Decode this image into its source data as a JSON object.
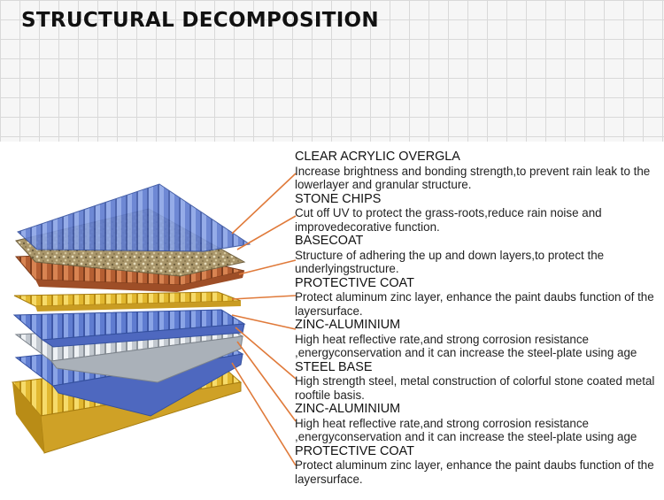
{
  "title": "STRUCTURAL DECOMPOSITION",
  "layers": [
    {
      "name": "CLEAR ACRYLIC OVERGLA",
      "desc": "Increase brightness and bonding strength,to prevent rain leak to the lowerlayer and granular structure."
    },
    {
      "name": "STONE CHIPS",
      "desc": "Cut off UV to protect the grass-roots,reduce rain noise and improvedecorative function."
    },
    {
      "name": "BASECOAT",
      "desc": "Structure of adhering the up and down layers,to protect the underlyingstructure."
    },
    {
      "name": "PROTECTIVE COAT",
      "desc": "Protect aluminum zinc layer, enhance the paint daubs function of the layersurface."
    },
    {
      "name": "ZINC-ALUMINIUM",
      "desc": "High heat reflective rate,and strong corrosion resistance ,energyconservation and it can increase the steel-plate using age"
    },
    {
      "name": "STEEL BASE",
      "desc": "High strength steel, metal construction of colorful stone coated metal rooftile basis."
    },
    {
      "name": "ZINC-ALUMINIUM",
      "desc": "High heat reflective rate,and strong corrosion resistance ,energyconservation and it can increase the steel-plate using age"
    },
    {
      "name": "PROTECTIVE COAT",
      "desc": "Protect aluminum zinc layer, enhance the paint daubs function of the layersurface."
    }
  ],
  "colors": {
    "acrylic": "#6f86c9",
    "stone": "#b9a677",
    "basecoat": "#b86436",
    "protective": "#e5c238",
    "zinc": "#5d78cc",
    "steel": "#bcc3cb",
    "leader": "#e07a3a"
  }
}
